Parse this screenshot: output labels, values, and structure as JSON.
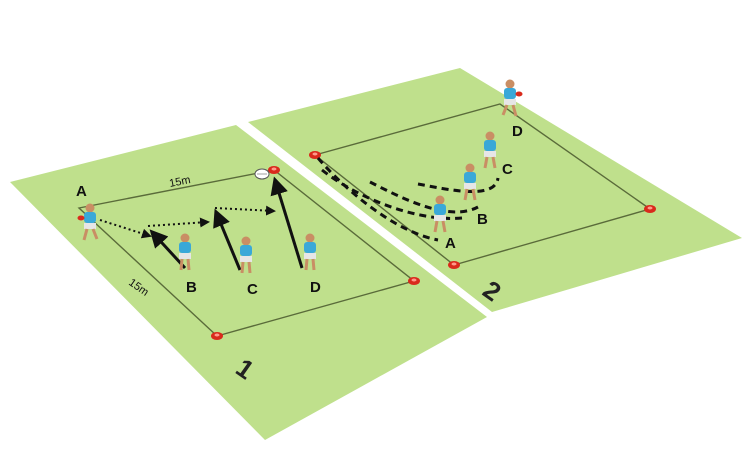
{
  "diagram": {
    "colors": {
      "pitch": "#bfe08c",
      "pitch_line": "#5a6b3a",
      "player_shirt": "#3aa8d8",
      "player_shorts": "#e6e6e6",
      "cone": "#d92a1c"
    },
    "pitch1": {
      "number": "1",
      "distance_top": "15m",
      "distance_side": "15m",
      "players": [
        "A",
        "B",
        "C",
        "D"
      ]
    },
    "pitch2": {
      "number": "2",
      "players": [
        "A",
        "B",
        "C",
        "D"
      ]
    }
  }
}
